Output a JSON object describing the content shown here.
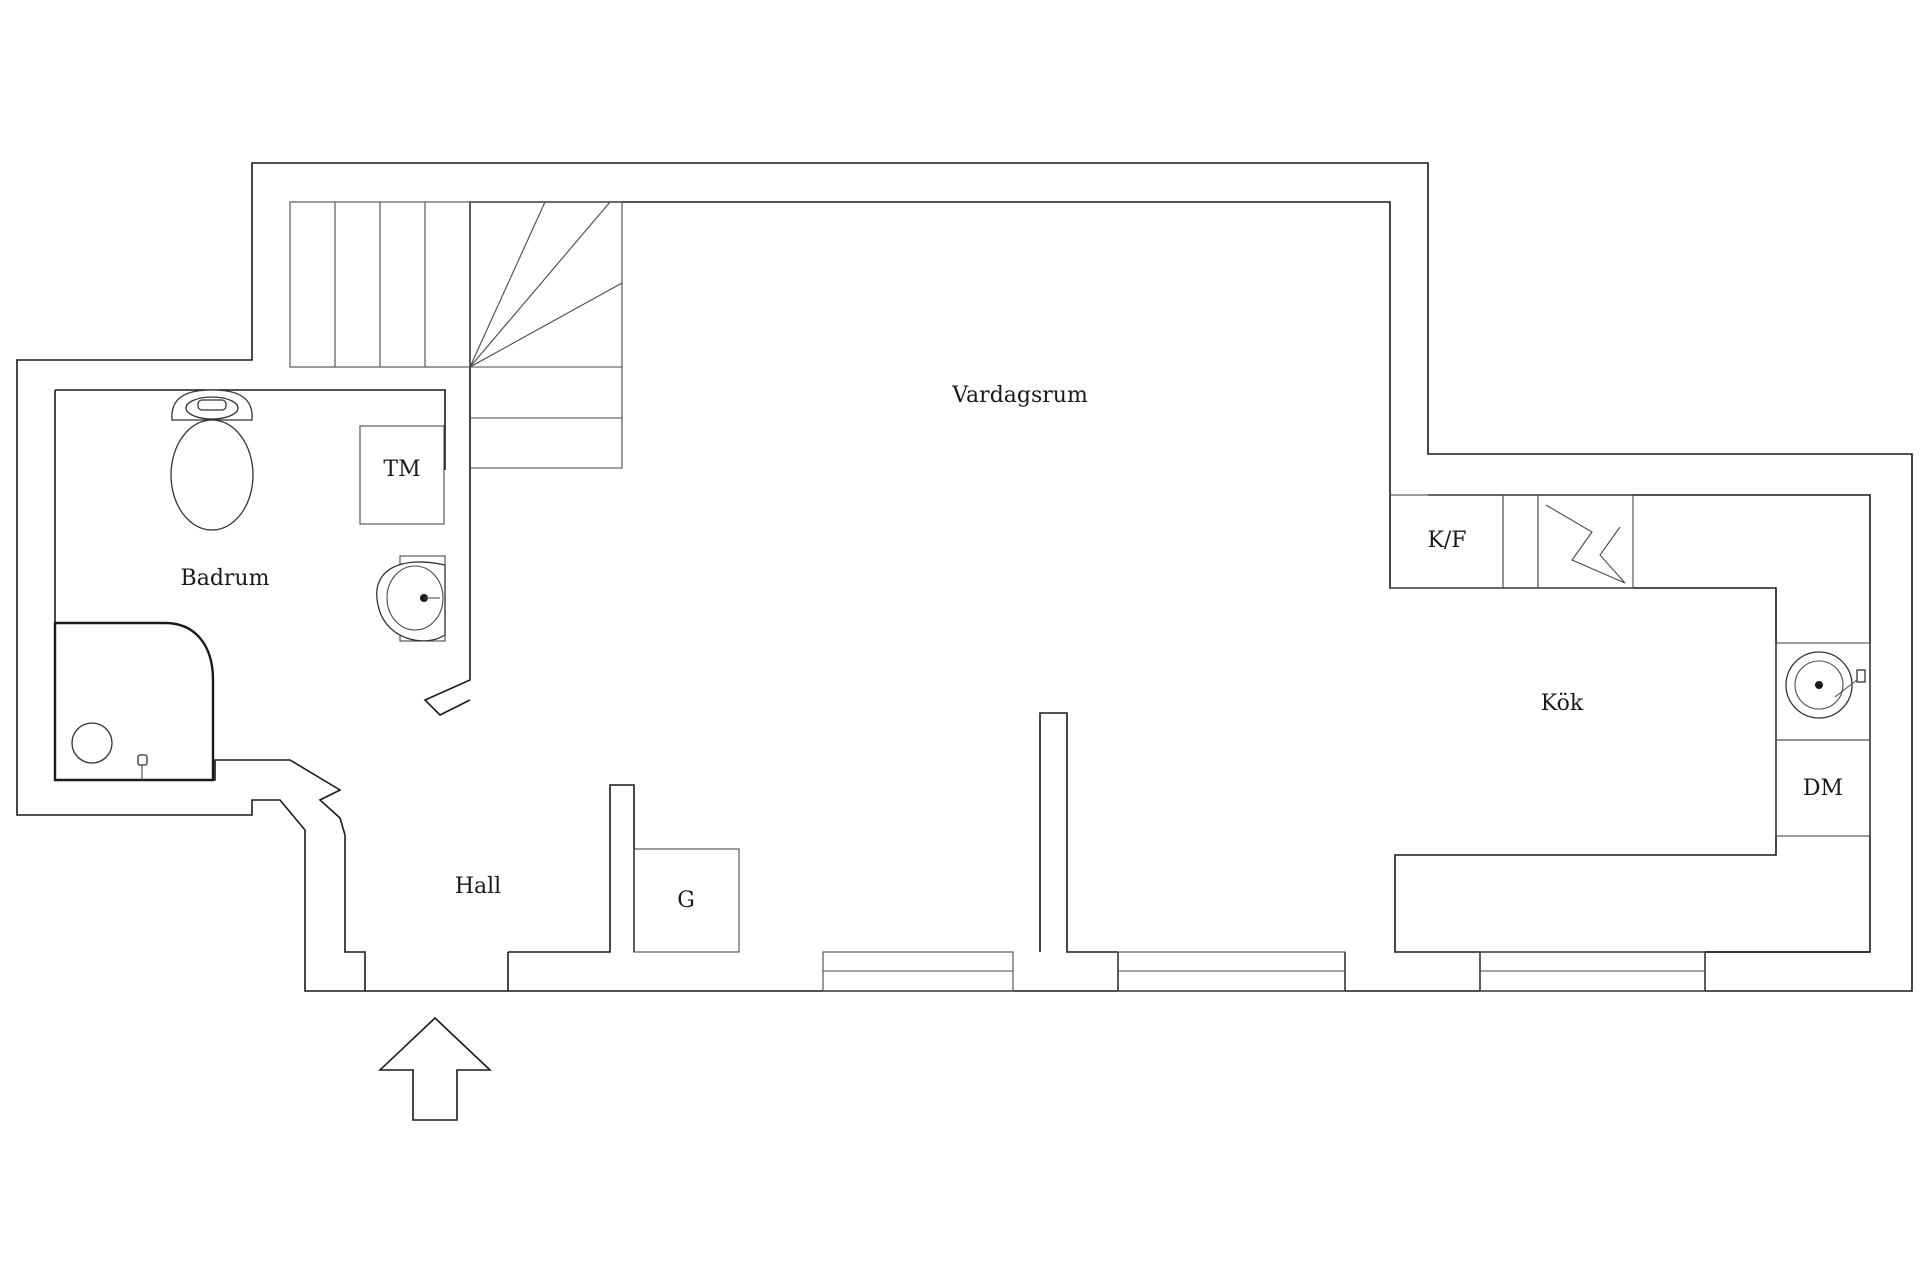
{
  "rooms": {
    "vardagsrum": "Vardagsrum",
    "badrum": "Badrum",
    "kok": "Kök",
    "hall": "Hall"
  },
  "fixtures": {
    "tm": "TM",
    "kf": "K/F",
    "dm": "DM",
    "g": "G"
  },
  "icons": {
    "entrance": "arrow-up-icon",
    "stairs": "staircase-icon",
    "toilet": "toilet-icon",
    "sink": "sink-icon",
    "shower": "shower-icon",
    "stove": "stove-icon",
    "kitchen_sink": "kitchen-sink-icon"
  },
  "colors": {
    "line": "#1a1a1a",
    "background": "#ffffff"
  }
}
